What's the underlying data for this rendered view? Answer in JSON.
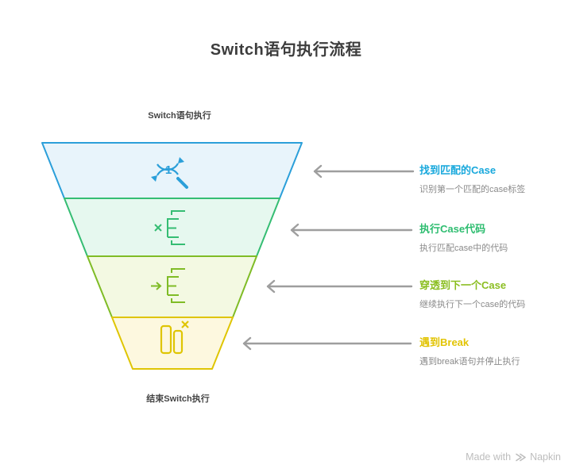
{
  "page": {
    "title": "Switch语句执行流程"
  },
  "funnel": {
    "top_label": "Switch语句执行",
    "bottom_label": "结束Switch执行",
    "levels": [
      {
        "id": "find-matching-case",
        "icon": "search-cycle-icon",
        "icon_text": "1",
        "border_color": "#2B9FD9",
        "fill_color": "#E8F4FB"
      },
      {
        "id": "execute-case-code",
        "icon": "case-branch-x-icon",
        "border_color": "#35BD73",
        "fill_color": "#E6F8EF"
      },
      {
        "id": "fall-through-next-case",
        "icon": "case-branch-arrow-icon",
        "border_color": "#7FBC26",
        "fill_color": "#F3F9E2"
      },
      {
        "id": "break-encountered",
        "icon": "pause-x-icon",
        "border_color": "#DFC504",
        "fill_color": "#FDF8DF"
      }
    ]
  },
  "arrows": {
    "color": "#9E9E9E"
  },
  "annotations": [
    {
      "title": "找到匹配的Case",
      "subtitle": "识别第一个匹配的case标签",
      "color": "#18A8DC"
    },
    {
      "title": "执行Case代码",
      "subtitle": "执行匹配case中的代码",
      "color": "#2EBD70"
    },
    {
      "title": "穿透到下一个Case",
      "subtitle": "继续执行下一个case的代码",
      "color": "#8BBE21"
    },
    {
      "title": "遇到Break",
      "subtitle": "遇到break语句并停止执行",
      "color": "#E2C404"
    }
  ],
  "watermark": {
    "prefix": "Made with",
    "brand": "Napkin"
  }
}
